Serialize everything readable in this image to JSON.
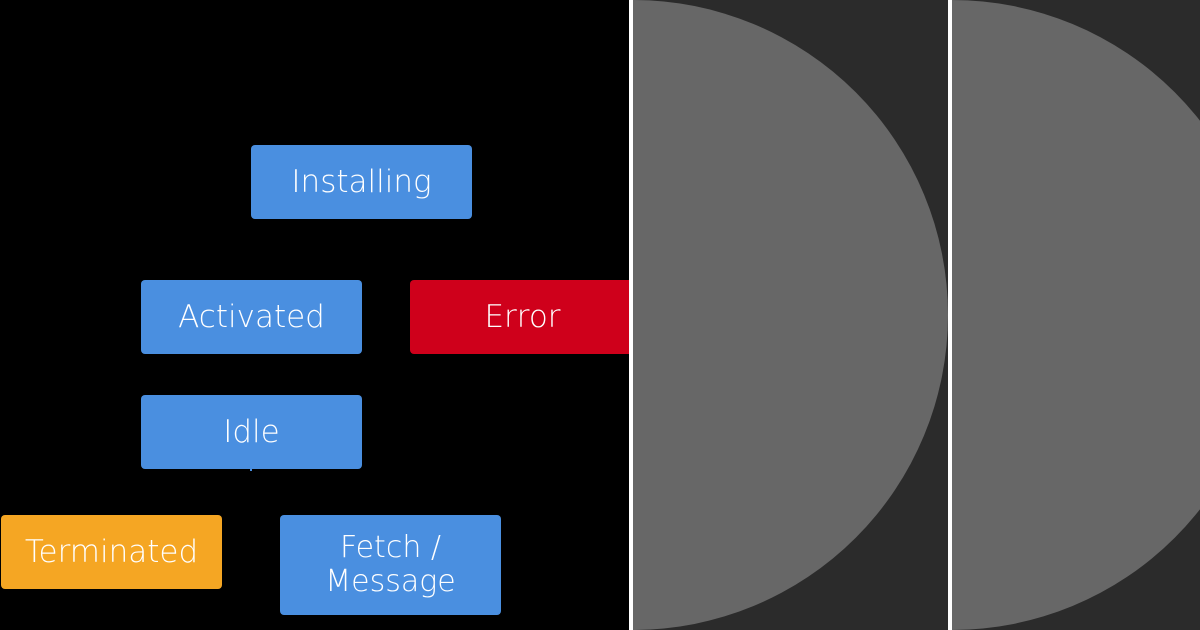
{
  "diagram": {
    "nodes": {
      "installing": {
        "label": "Installing",
        "color": "#4a8fe0"
      },
      "activated": {
        "label": "Activated",
        "color": "#4a8fe0"
      },
      "error": {
        "label": "Error",
        "color": "#cf001b"
      },
      "idle": {
        "label": "Idle",
        "color": "#4a8fe0"
      },
      "terminated": {
        "label": "Terminated",
        "color": "#f5a623"
      },
      "fetch": {
        "label": "Fetch /\nMessage",
        "color": "#4a8fe0"
      }
    }
  },
  "side_panels": {
    "background_color": "#2b2b2b",
    "shape_color": "#676767",
    "divider_color": "#ffffff"
  }
}
